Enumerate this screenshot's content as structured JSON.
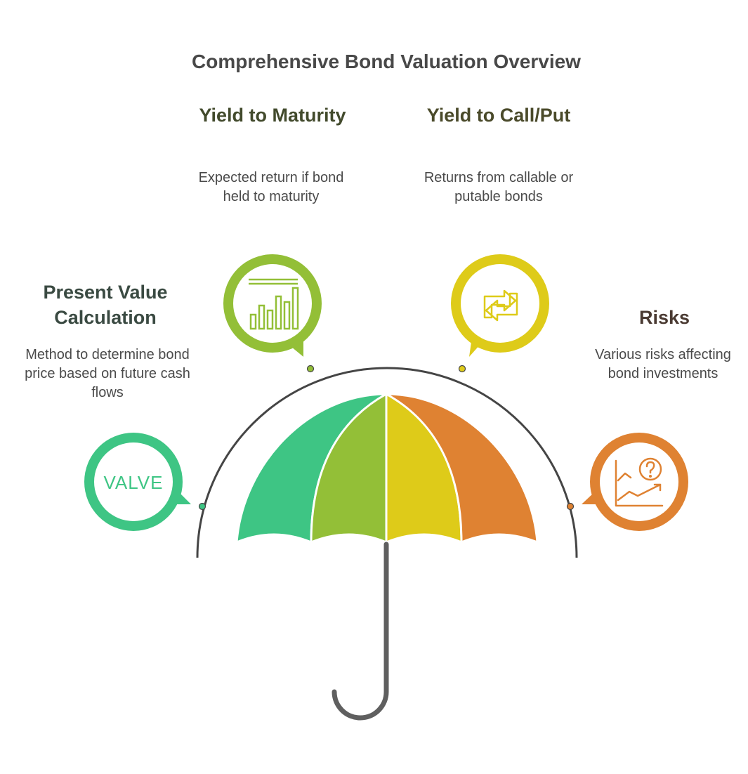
{
  "title": "Comprehensive Bond Valuation Overview",
  "colors": {
    "green": "#3ec584",
    "lime": "#93bf37",
    "yellow": "#decb19",
    "orange": "#df8232",
    "handle": "#5f5f5f",
    "arc": "#454545"
  },
  "sections": [
    {
      "heading": "Present Value Calculation",
      "description": "Method to determine bond price based on future cash flows",
      "icon": "value-word-icon",
      "icon_text": "VALVE"
    },
    {
      "heading": "Yield to Maturity",
      "description": "Expected return if bond held to maturity",
      "icon": "bar-chart-icon"
    },
    {
      "heading": "Yield to Call/Put",
      "description": "Returns from callable or putable bonds",
      "icon": "exchange-arrows-icon"
    },
    {
      "heading": "Risks",
      "description": "Various risks affecting bond investments",
      "icon": "risk-chart-question-icon"
    }
  ]
}
